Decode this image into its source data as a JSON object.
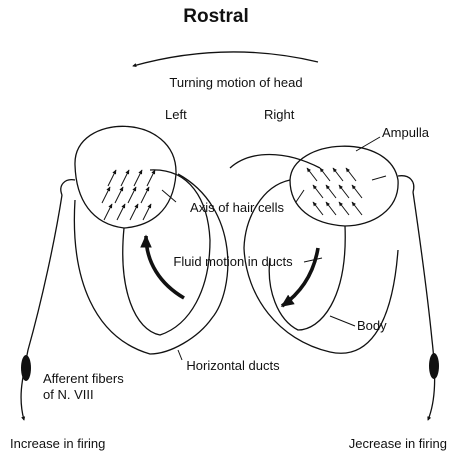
{
  "title": "Rostral",
  "labels": {
    "turning_motion": "Turning motion of head",
    "left": "Left",
    "right": "Right",
    "ampulla": "Ampulla",
    "axis_hair_cells": "Axis of hair cells",
    "fluid_motion": "Fluid motion in ducts",
    "body": "Body",
    "horizontal_ducts": "Horizontal ducts",
    "afferent_line1": "Afferent fibers",
    "afferent_line2": "of N. VIII",
    "increase_firing": "Increase in firing",
    "decrease_firing": "Jecrease in firing"
  },
  "colors": {
    "ink": "#111111",
    "background": "#ffffff"
  }
}
